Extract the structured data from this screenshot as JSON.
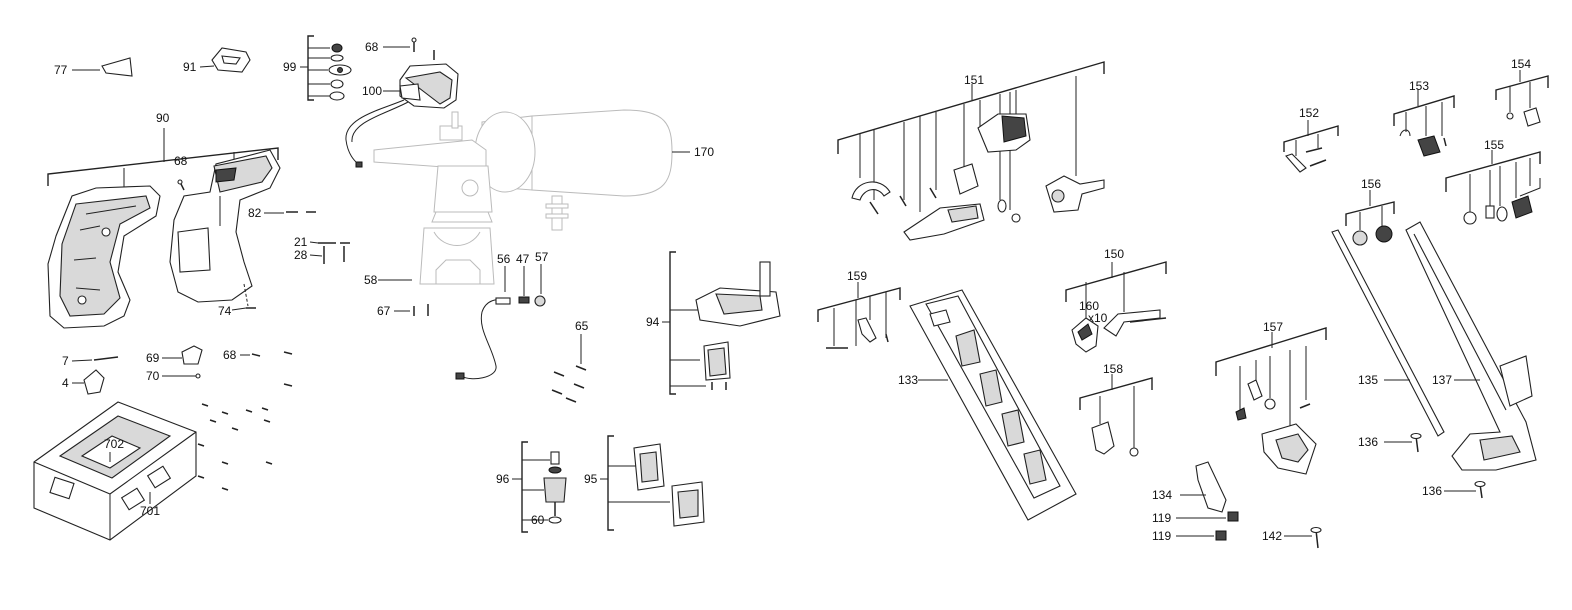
{
  "diagram": {
    "type": "exploded-parts-view",
    "colors": {
      "ink": "#222222",
      "ghost": "#bbbbbb",
      "background": "#ffffff"
    },
    "labels": {
      "p77": "77",
      "p91": "91",
      "p99": "99",
      "p68a": "68",
      "p100": "100",
      "p90": "90",
      "p68b": "68",
      "p82": "82",
      "p21": "21",
      "p28": "28",
      "p74": "74",
      "p170": "170",
      "p58": "58",
      "p56": "56",
      "p47": "47",
      "p57": "57",
      "p67": "67",
      "p65": "65",
      "p94": "94",
      "p7": "7",
      "p69": "69",
      "p68c": "68",
      "p70": "70",
      "p4": "4",
      "p702": "702",
      "p701": "701",
      "p96": "96",
      "p60": "60",
      "p95": "95",
      "p151": "151",
      "p152": "152",
      "p153": "153",
      "p154": "154",
      "p155": "155",
      "p156": "156",
      "p159": "159",
      "p150": "150",
      "p160": "160",
      "px10": "x10",
      "p133": "133",
      "p158": "158",
      "p157": "157",
      "p134": "134",
      "p119a": "119",
      "p119b": "119",
      "p142": "142",
      "p135": "135",
      "p137": "137",
      "p136a": "136",
      "p136b": "136"
    }
  }
}
